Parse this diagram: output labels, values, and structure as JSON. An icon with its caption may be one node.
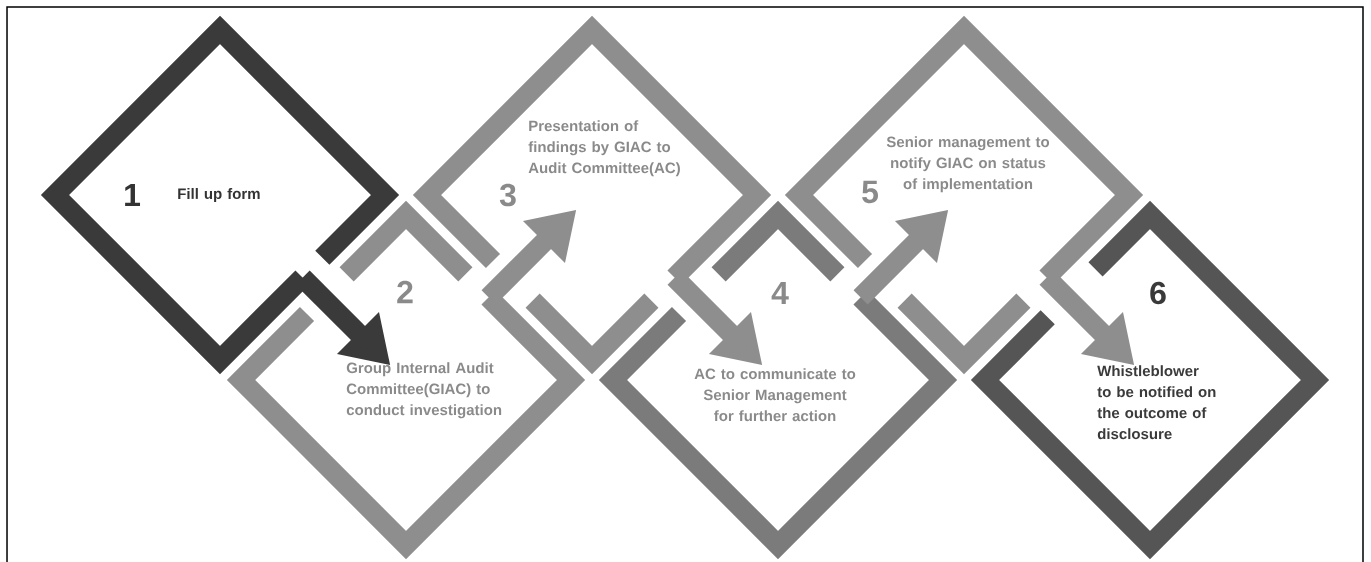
{
  "diagram": {
    "nodes": [
      {
        "text": [
          "1",
          "Fill up form"
        ]
      },
      {
        "text": [
          "2",
          "Group Internal Audit Committee(GIAC) to conduct investigation"
        ]
      },
      {
        "text": [
          "3",
          "Presentation of findings by GIAC to Audit Committee(AC)"
        ]
      },
      {
        "text": [
          "4",
          "AC to communicate to Senior Management for further action"
        ]
      },
      {
        "text": [
          "5",
          "Senior management to notify GIAC on status of implementation"
        ]
      },
      {
        "text": [
          "6",
          "Whistleblower to be notified on the outcome of disclosure"
        ]
      }
    ],
    "edges": [
      {
        "from": 0,
        "to": 1,
        "arrow": "to",
        "color": "#3a3a3a"
      },
      {
        "from": 1,
        "to": 2,
        "arrow": "to"
      },
      {
        "from": 2,
        "to": 3,
        "arrow": "to"
      },
      {
        "from": 3,
        "to": 4,
        "arrow": "to"
      },
      {
        "from": 4,
        "to": 5,
        "arrow": "to"
      }
    ]
  }
}
